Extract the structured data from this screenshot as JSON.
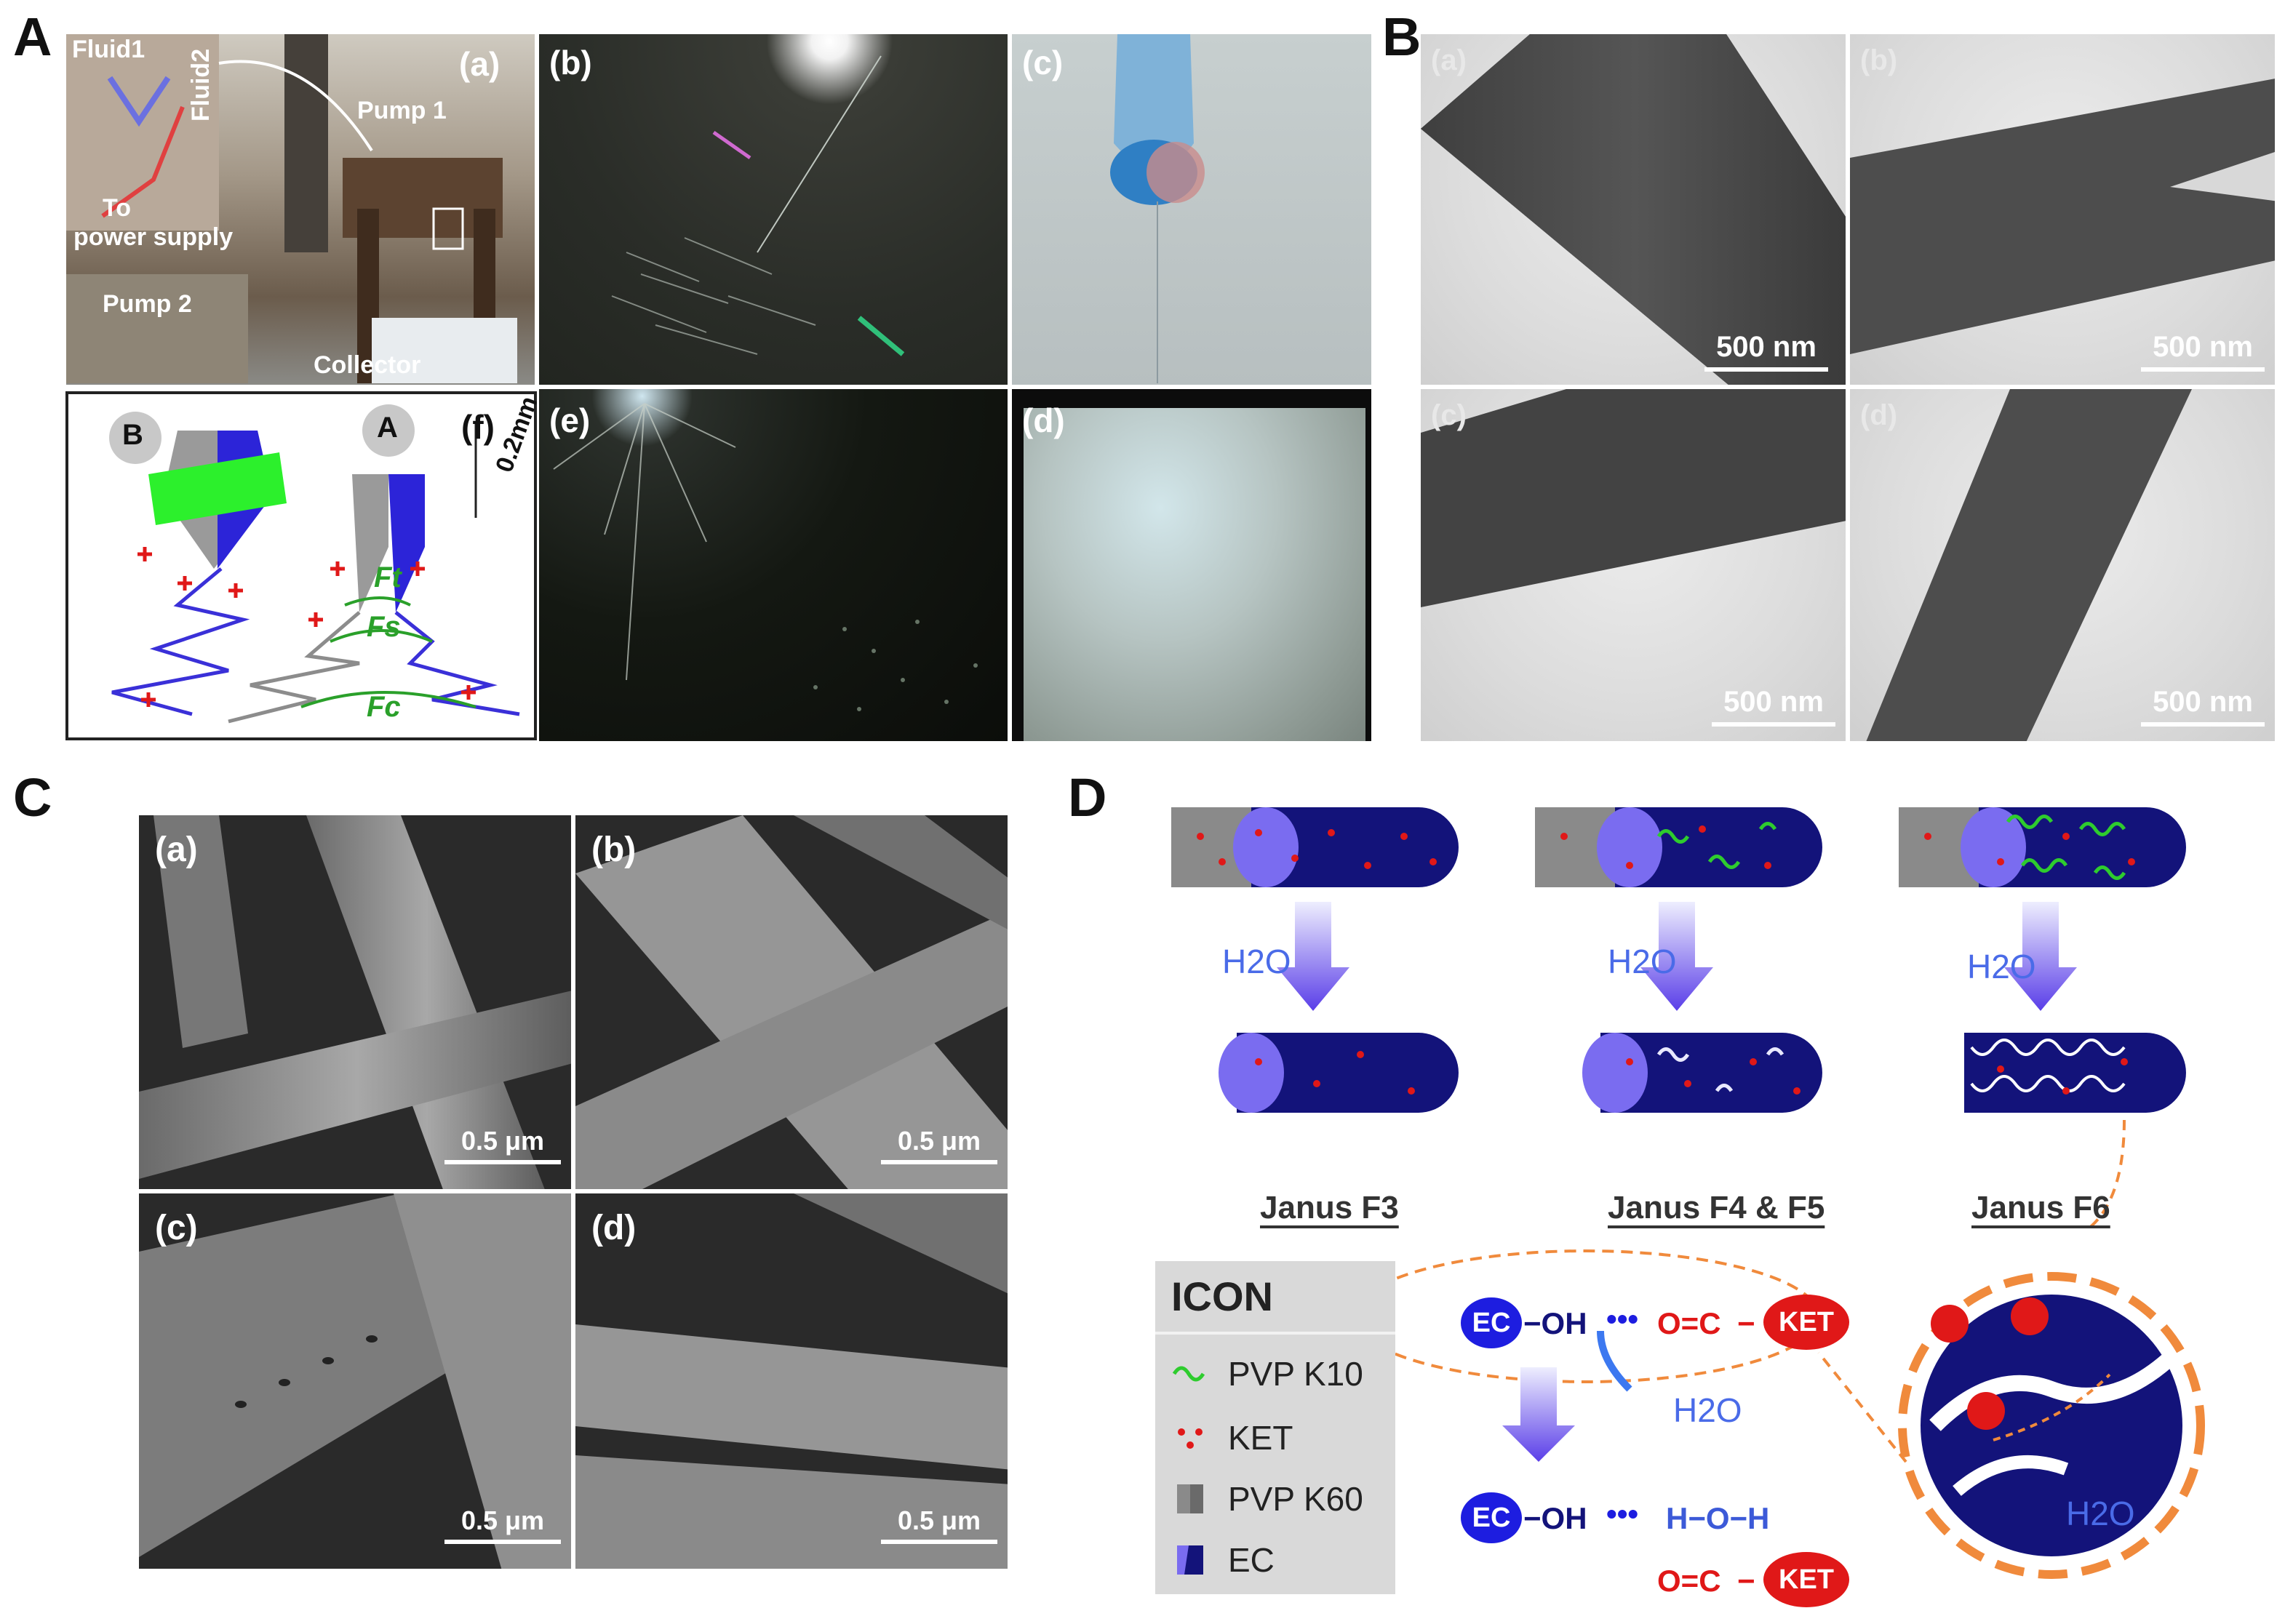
{
  "panels": {
    "A": {
      "letter": "A",
      "sub": {
        "a": "(a)",
        "b": "(b)",
        "c": "(c)",
        "d": "(d)",
        "e": "(e)",
        "f": "(f)"
      },
      "photo_labels": {
        "fluid1": "Fluid1",
        "fluid2": "Fluid2",
        "pump1": "Pump 1",
        "to": "To",
        "power_supply": "power supply",
        "pump2": "Pump 2",
        "collector": "Collector"
      },
      "schematic": {
        "B": "B",
        "A": "A",
        "dim": "0.2mm",
        "Ft": "Ft",
        "Fs": "Fs",
        "Fc": "Fc"
      }
    },
    "B": {
      "letter": "B",
      "sub": {
        "a": "(a)",
        "b": "(b)",
        "c": "(c)",
        "d": "(d)"
      },
      "scale": "500 nm"
    },
    "C": {
      "letter": "C",
      "sub": {
        "a": "(a)",
        "b": "(b)",
        "c": "(c)",
        "d": "(d)"
      },
      "scale": "0.5  μm"
    },
    "D": {
      "letter": "D",
      "water": "H2O",
      "titles": [
        "Janus F3",
        "Janus F4 & F5",
        "Janus F6"
      ],
      "legend": {
        "title": "ICON",
        "items": [
          "PVP K10",
          "KET",
          "PVP K60",
          "EC"
        ]
      },
      "chem": {
        "ec": "EC",
        "oh": "−OH",
        "dots": "•••",
        "oc": "O=C",
        "dash": "−",
        "ket": "KET",
        "hoh": "H−O−H"
      }
    }
  },
  "colors": {
    "navy": "#13137a",
    "ec_blue": "#7a6cf0",
    "ket_red": "#e01818",
    "pvp_green": "#2ecc2e",
    "water_blue": "#4a6be8",
    "orange": "#f08a3c"
  }
}
